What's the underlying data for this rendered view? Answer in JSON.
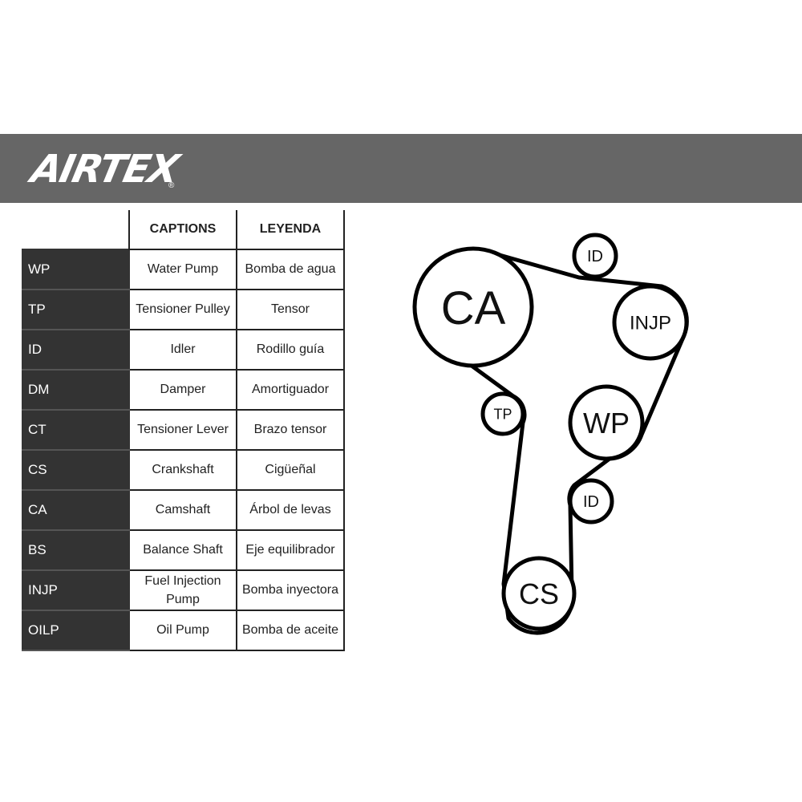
{
  "brand": {
    "logo": "AIRTEX",
    "registered": "®"
  },
  "table": {
    "headers": [
      "CAPTIONS",
      "LEYENDA"
    ],
    "rows": [
      {
        "code": "WP",
        "caption": "Water Pump",
        "leyenda": "Bomba de agua"
      },
      {
        "code": "TP",
        "caption": "Tensioner Pulley",
        "leyenda": "Tensor"
      },
      {
        "code": "ID",
        "caption": "Idler",
        "leyenda": "Rodillo guía"
      },
      {
        "code": "DM",
        "caption": "Damper",
        "leyenda": "Amortiguador"
      },
      {
        "code": "CT",
        "caption": "Tensioner Lever",
        "leyenda": "Brazo tensor"
      },
      {
        "code": "CS",
        "caption": "Crankshaft",
        "leyenda": "Cigüeñal"
      },
      {
        "code": "CA",
        "caption": "Camshaft",
        "leyenda": "Árbol de levas"
      },
      {
        "code": "BS",
        "caption": "Balance Shaft",
        "leyenda": "Eje equilibrador"
      },
      {
        "code": "INJP",
        "caption": "Fuel Injection Pump",
        "leyenda": "Bomba inyectora"
      },
      {
        "code": "OILP",
        "caption": "Oil Pump",
        "leyenda": "Bomba de aceite"
      }
    ]
  },
  "diagram": {
    "pulleys": [
      {
        "id": "ca",
        "label": "CA"
      },
      {
        "id": "id-top",
        "label": "ID"
      },
      {
        "id": "injp",
        "label": "INJP"
      },
      {
        "id": "tp",
        "label": "TP"
      },
      {
        "id": "wp",
        "label": "WP"
      },
      {
        "id": "id-bottom",
        "label": "ID"
      },
      {
        "id": "cs",
        "label": "CS"
      }
    ]
  }
}
